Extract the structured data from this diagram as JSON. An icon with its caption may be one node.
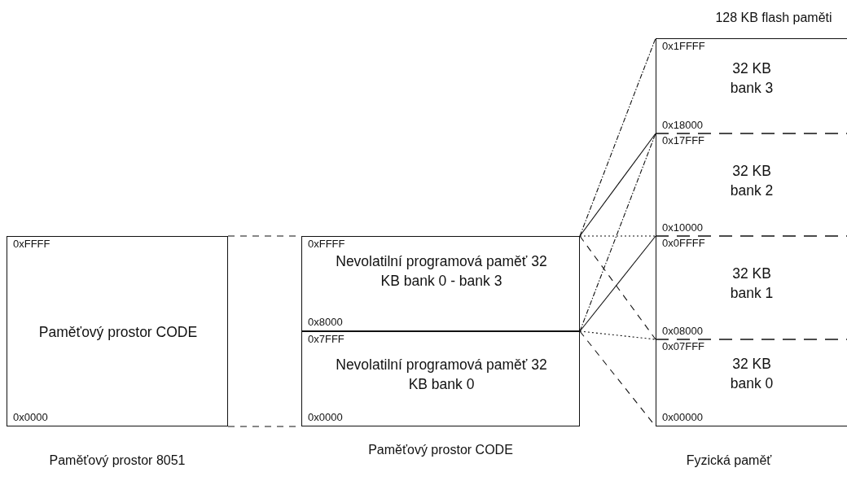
{
  "diagram": {
    "nodes": [
      {
        "text": [
          "0xFFFF",
          "Paměťový prostor CODE",
          "0x0000"
        ]
      },
      {
        "text": [
          "0xFFFF",
          "Nevolatilní programová paměť 32 KB bank 0 - bank 3",
          "0x8000"
        ]
      },
      {
        "text": [
          "0x7FFF",
          "Nevolatilní programová paměť 32 KB bank 0",
          "0x0000"
        ]
      },
      {
        "text": [
          "0x1FFFF",
          "32 KB bank 3",
          "0x18000"
        ]
      },
      {
        "text": [
          "0x17FFF",
          "32 KB bank 2",
          "0x10000"
        ]
      },
      {
        "text": [
          "0x0FFFF",
          "32 KB bank 1",
          "0x08000"
        ]
      },
      {
        "text": [
          "0x07FFF",
          "32 KB bank 0",
          "0x00000"
        ]
      }
    ],
    "edges": [
      {
        "from": 0,
        "to": 1,
        "arrow": "none",
        "style": "dashed"
      },
      {
        "from": 0,
        "to": 2,
        "arrow": "none",
        "style": "dashed"
      },
      {
        "from": 1,
        "to": 3,
        "arrow": "none",
        "style": "dashed"
      },
      {
        "from": 1,
        "to": 3,
        "arrow": "none",
        "style": "dashed"
      },
      {
        "from": 1,
        "to": 4,
        "arrow": "none"
      },
      {
        "from": 1,
        "to": 4,
        "arrow": "none"
      },
      {
        "from": 1,
        "to": 5,
        "arrow": "none",
        "style": "dashed"
      },
      {
        "from": 1,
        "to": 5,
        "arrow": "none",
        "style": "dashed"
      },
      {
        "from": 1,
        "to": 6,
        "arrow": "none",
        "style": "dashed"
      },
      {
        "from": 1,
        "to": 6,
        "arrow": "none",
        "style": "dashed"
      }
    ],
    "labels": [
      "128 KB flash paměti",
      "Paměťový prostor 8051",
      "Paměťový prostor CODE",
      "Fyzická paměť"
    ]
  }
}
